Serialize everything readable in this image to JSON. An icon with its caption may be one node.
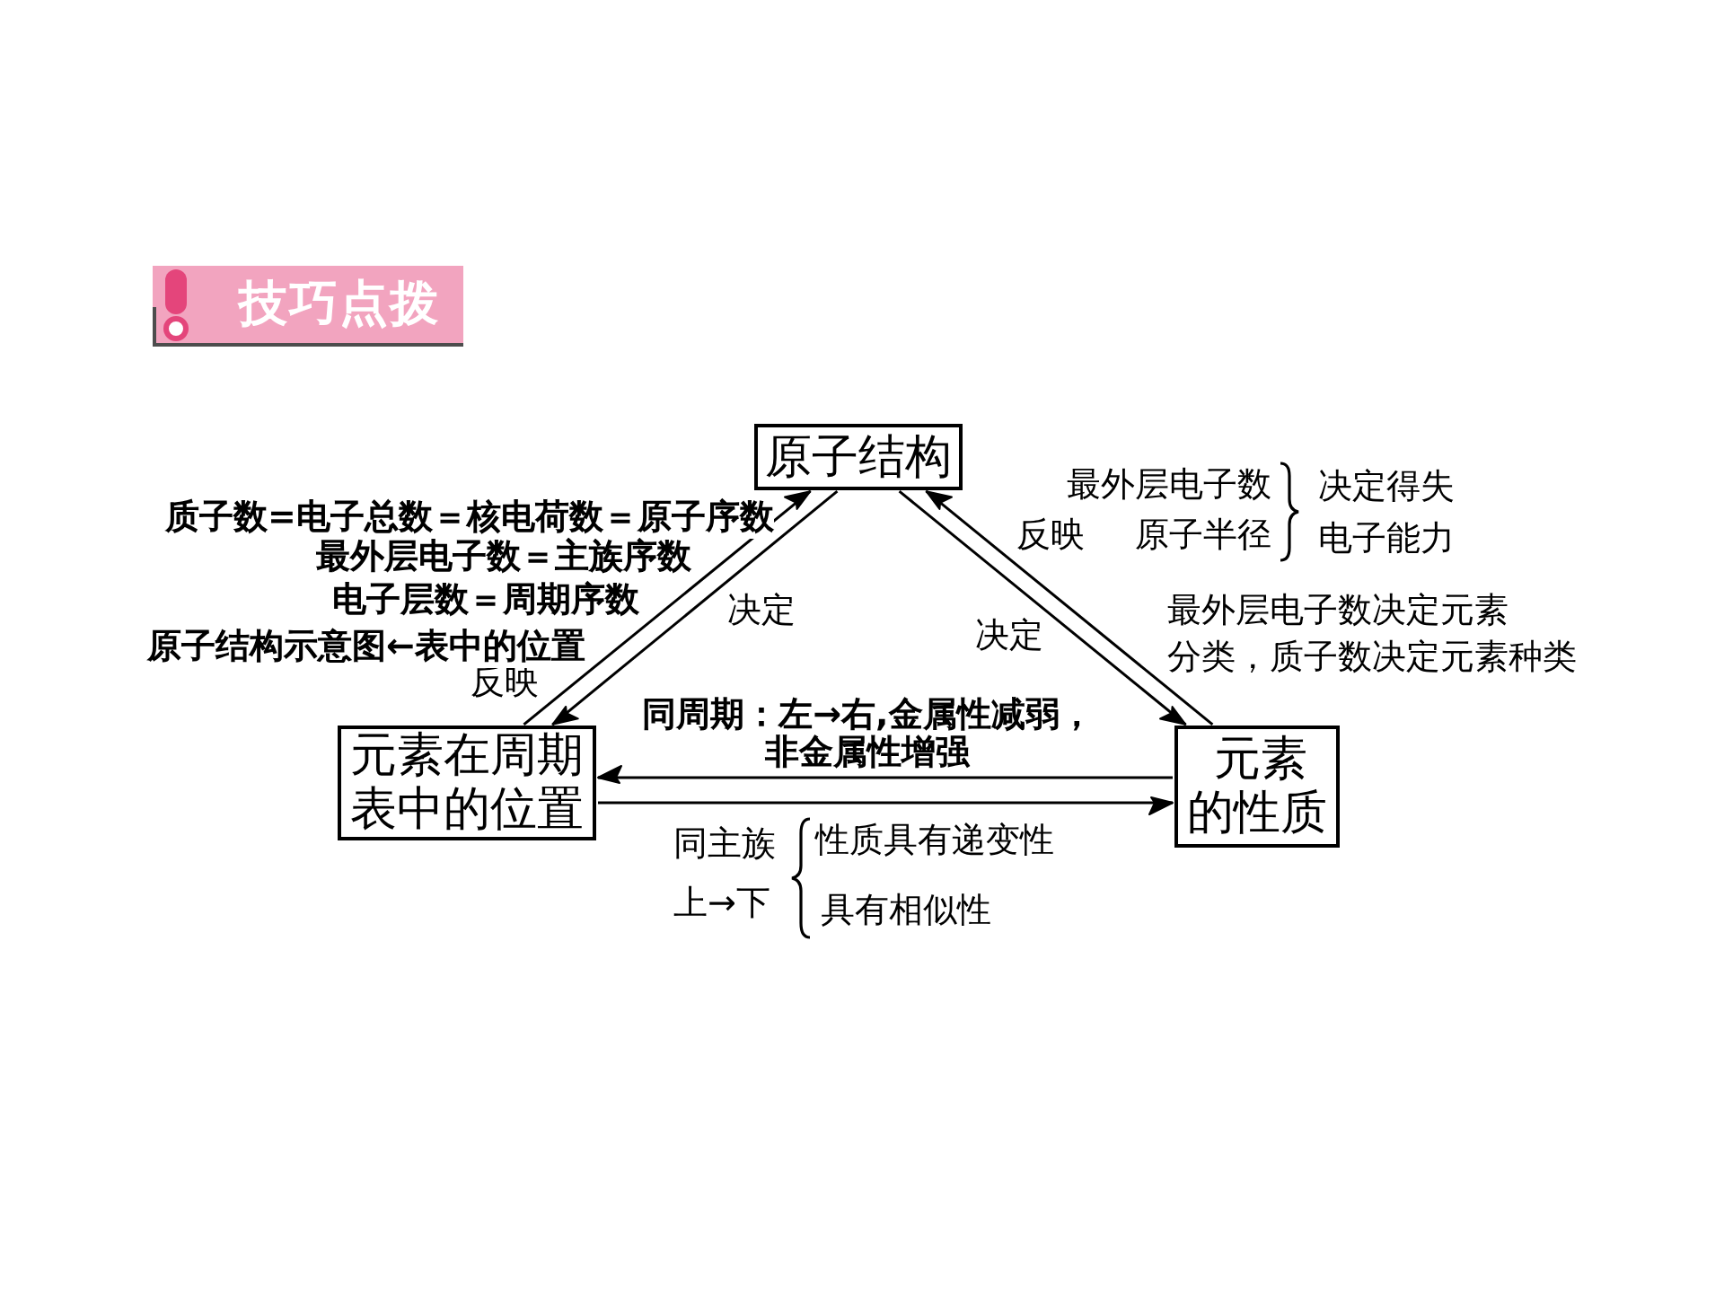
{
  "diagram": {
    "title": "技巧点拨",
    "nodes": [
      {
        "text": [
          "原子结构"
        ]
      },
      {
        "text": [
          "元素在周期表中的位置"
        ]
      },
      {
        "text": [
          "元素的性质"
        ]
      }
    ],
    "edges": [
      {
        "from": 1,
        "to": 0,
        "arrow": "to",
        "label": "反映"
      },
      {
        "from": 0,
        "to": 1,
        "arrow": "to",
        "label": "决定"
      },
      {
        "from": 0,
        "to": 2,
        "arrow": "to",
        "label": "决定"
      },
      {
        "from": 2,
        "to": 0,
        "arrow": "to",
        "label": "反映"
      },
      {
        "from": 2,
        "to": 1,
        "arrow": "to",
        "label": "同周期：左→右,金属性减弱，非金属性增强"
      },
      {
        "from": 1,
        "to": 2,
        "arrow": "to"
      }
    ],
    "labels": [
      "质子数=电子总数＝核电荷数＝原子序数",
      "最外层电子数＝主族序数",
      "电子层数＝周期序数",
      "原子结构示意图←表中的位置",
      "最外层电子数",
      "原子半径",
      "决定得失电子能力",
      "最外层电子数决定元素分类，质子数决定元素种类",
      "同主族上→下",
      "性质具有递变性",
      "具有相似性"
    ]
  }
}
